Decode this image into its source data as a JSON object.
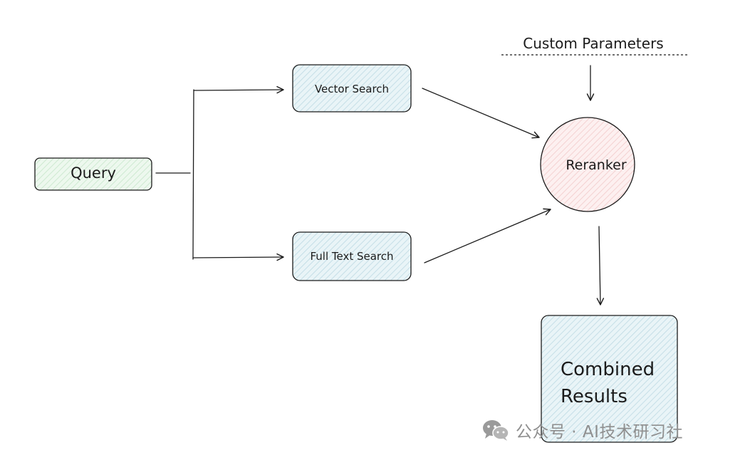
{
  "nodes": {
    "query": "Query",
    "vector_search": "Vector Search",
    "full_text_search": "Full Text Search",
    "reranker": "Reranker",
    "combined_results": [
      "Combined",
      "Results"
    ],
    "custom_parameters": "Custom Parameters"
  },
  "colors": {
    "query_fill": "#e8f5e9",
    "search_fill": "#e6f2f6",
    "reranker_fill": "#fdeaea",
    "results_fill": "#e6f2f6",
    "stroke": "#1b1b1b",
    "hatch": "#bcd9e3"
  },
  "watermark": {
    "icon": "wechat-icon",
    "text": "公众号 · AI技术研习社"
  }
}
